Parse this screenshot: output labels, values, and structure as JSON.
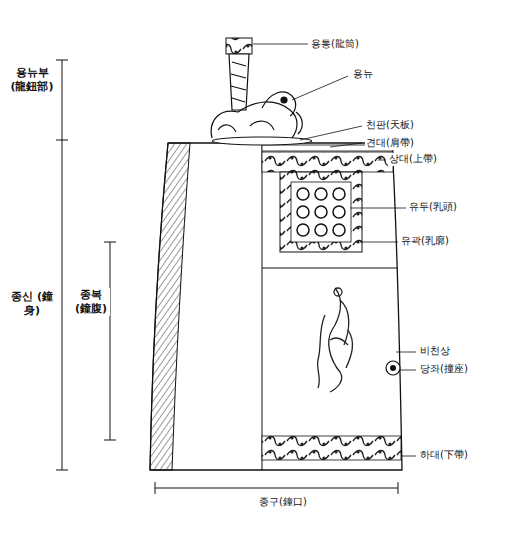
{
  "diagram": {
    "labels": [
      "용뉴부 (龍鈕部)",
      "용통(龍筒)",
      "용뉴",
      "천판(天板)",
      "견대(肩帶)",
      "상대(上帶)",
      "유두(乳頭)",
      "유곽(乳廓)",
      "종신 (鐘身)",
      "종복 (鐘腹)",
      "비천상",
      "당좌(撞座)",
      "하대(下帶)",
      "종구(鐘口)"
    ]
  }
}
